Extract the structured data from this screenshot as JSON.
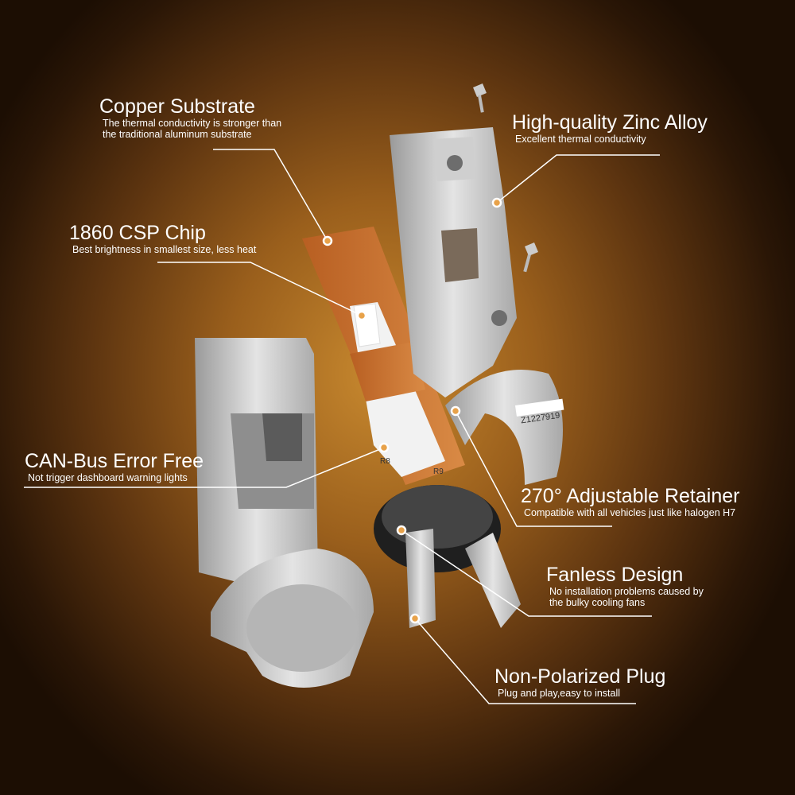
{
  "features": [
    {
      "title": "Copper Substrate",
      "desc": [
        "The thermal conductivity is stronger than",
        "the traditional aluminum substrate"
      ]
    },
    {
      "title": "1860 CSP Chip",
      "desc": [
        "Best brightness in smallest size, less heat"
      ]
    },
    {
      "title": "High-quality Zinc Alloy",
      "desc": [
        "Excellent thermal conductivity"
      ]
    },
    {
      "title": "CAN-Bus Error Free",
      "desc": [
        "Not trigger dashboard warning lights"
      ]
    },
    {
      "title": "270° Adjustable Retainer",
      "desc": [
        "Compatible with all vehicles just like halogen H7"
      ]
    },
    {
      "title": "Fanless Design",
      "desc": [
        "No installation problems caused by",
        "the bulky cooling fans"
      ]
    },
    {
      "title": "Non-Polarized Plug",
      "desc": [
        "Plug and play,easy to install"
      ]
    }
  ],
  "product_markings": {
    "serial": "Z1227919",
    "r8": "R8",
    "r9": "R9"
  },
  "colors": {
    "callout": "#ffffff",
    "dot": "#e8a24a",
    "copper": "#c8702e",
    "metal": "#c9c9c9"
  }
}
